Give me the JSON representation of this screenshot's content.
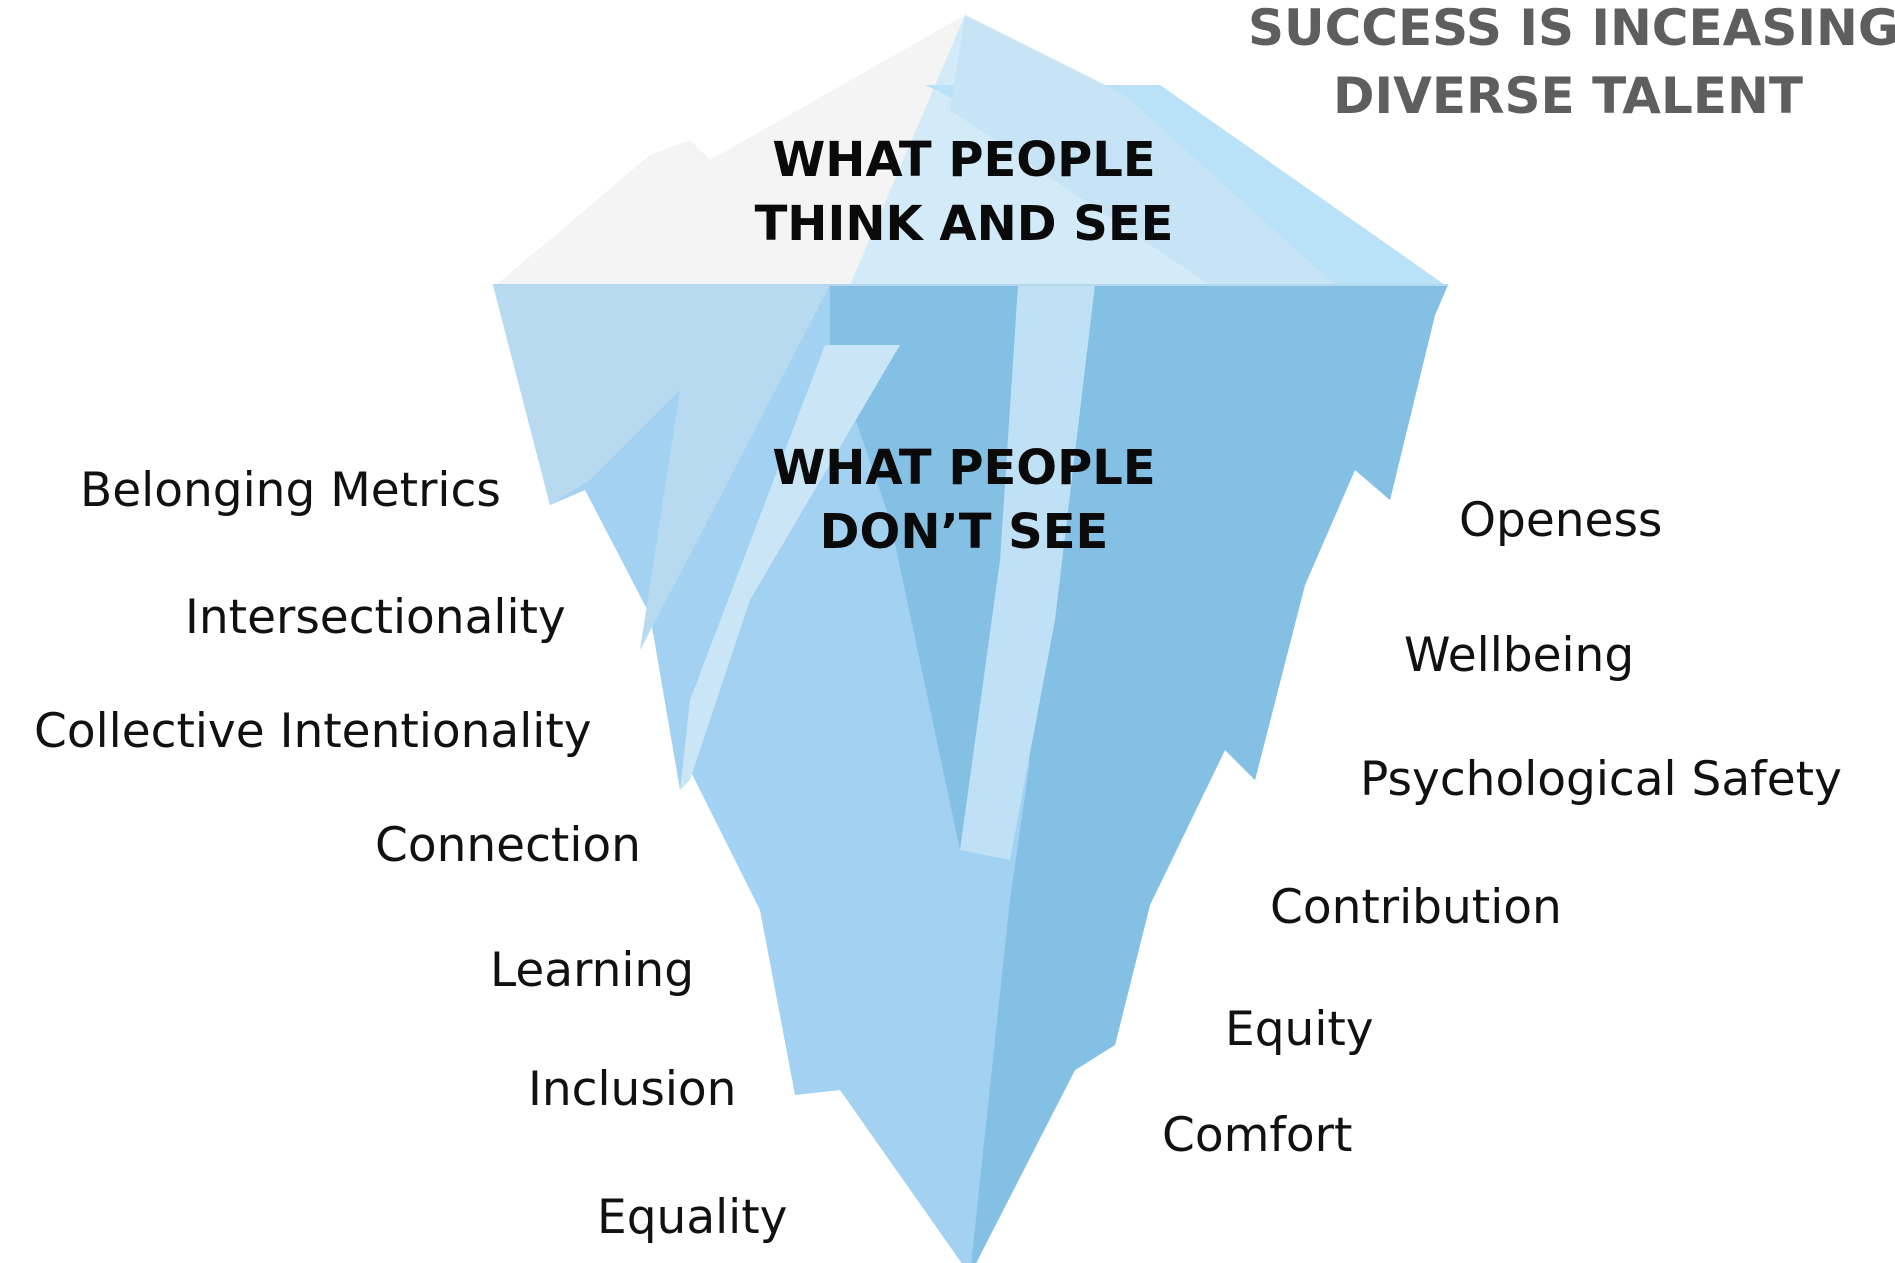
{
  "headline": {
    "line1": "SUCCESS IS INCEASING",
    "line2": "DIVERSE TALENT"
  },
  "zones": {
    "above": {
      "line1": "WHAT PEOPLE",
      "line2": "THINK AND SEE"
    },
    "below": {
      "line1": "WHAT PEOPLE",
      "line2": "DON’T SEE"
    }
  },
  "left_items": [
    "Belonging Metrics",
    "Intersectionality",
    "Collective Intentionality",
    "Connection",
    "Learning",
    "Inclusion",
    "Equality"
  ],
  "right_items": [
    "Openess",
    "Wellbeing",
    "Psychological Safety",
    "Contribution",
    "Equity",
    "Comfort"
  ],
  "colors": {
    "snow": "#f4f4f4",
    "ice_top_light": "#d3eaf8",
    "ice_top_mid": "#b9e1f7",
    "ice_under_light": "#b8daf0",
    "ice_under_mid": "#a2d1f1",
    "ice_under_dark": "#84bfe4",
    "ice_highlight": "#c7e3f5"
  }
}
